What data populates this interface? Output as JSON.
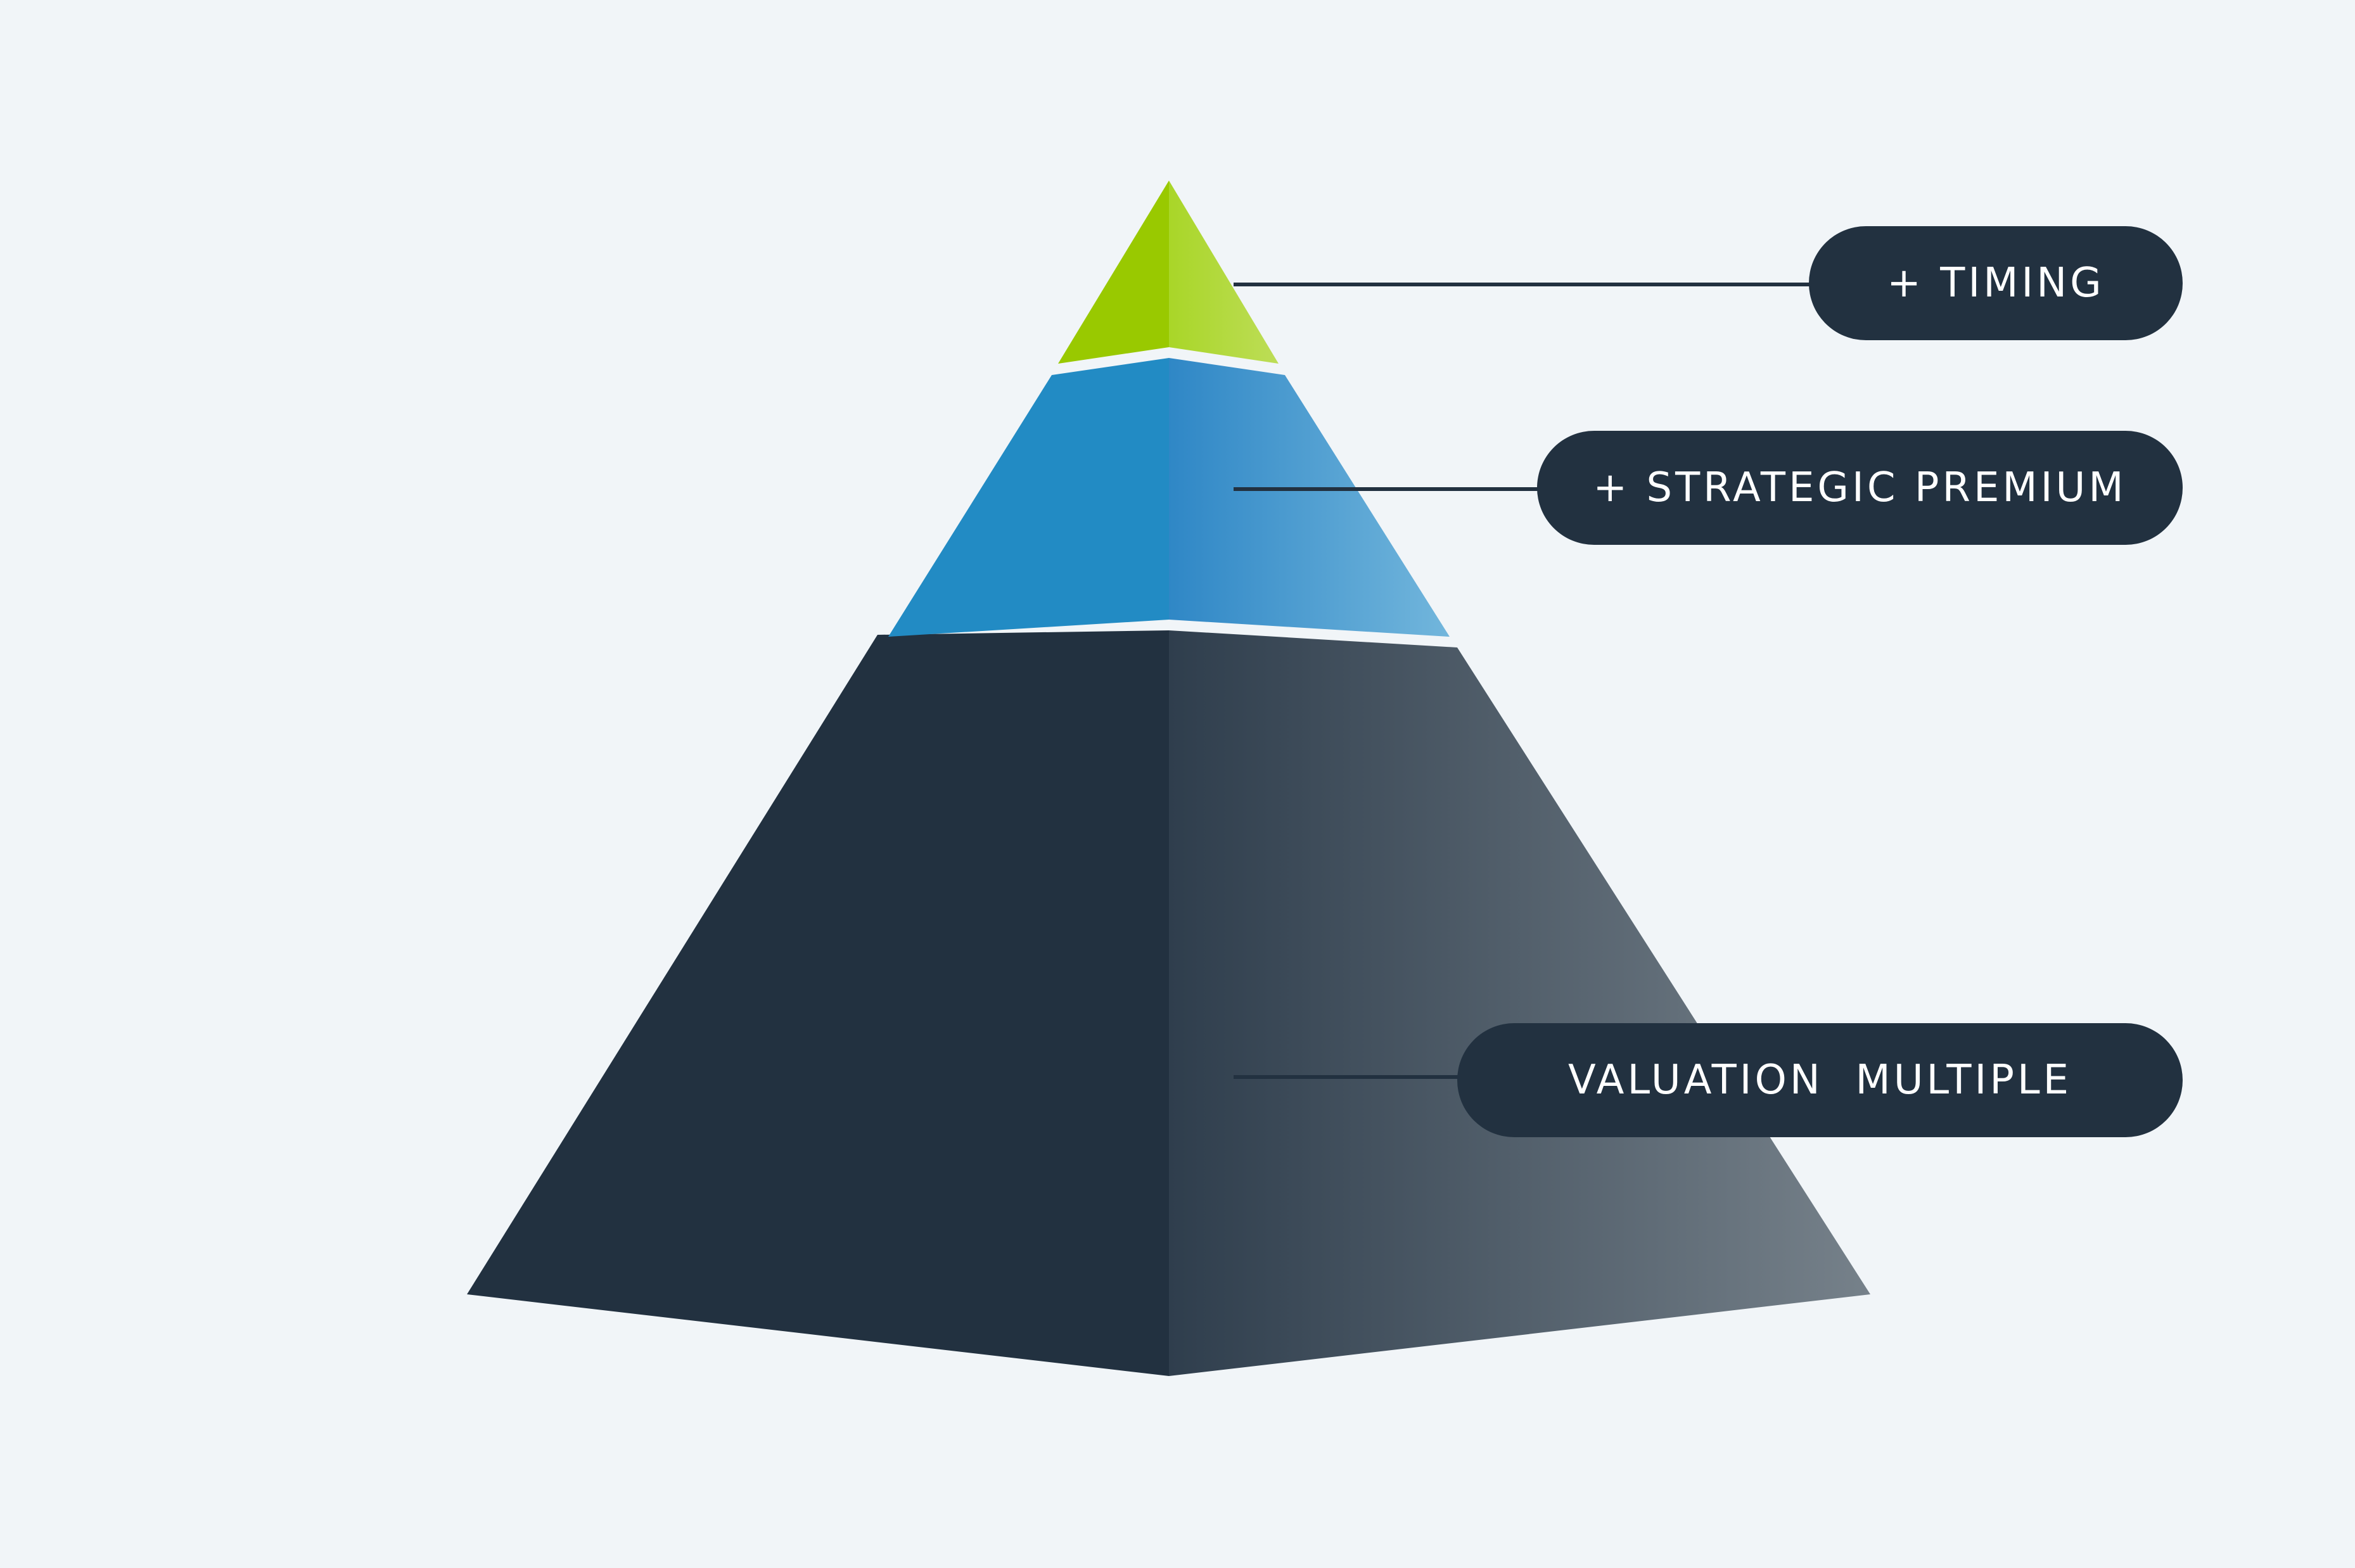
{
  "diagram": {
    "type": "pyramid",
    "layers": [
      {
        "id": "top",
        "label": "+ TIMING",
        "color_left": "#99c900",
        "color_right": "#b4da4a"
      },
      {
        "id": "middle",
        "label": "+ STRATEGIC PREMIUM",
        "color_left": "#228bc4",
        "color_right": "#6db3db"
      },
      {
        "id": "base",
        "label": "VALUATION  MULTIPLE",
        "color_left": "#223140",
        "color_right": "#737f88"
      }
    ],
    "label_color": "#ffffff",
    "pill_color": "#223140",
    "connector_color": "#223140",
    "background": "#f1f5f8"
  }
}
